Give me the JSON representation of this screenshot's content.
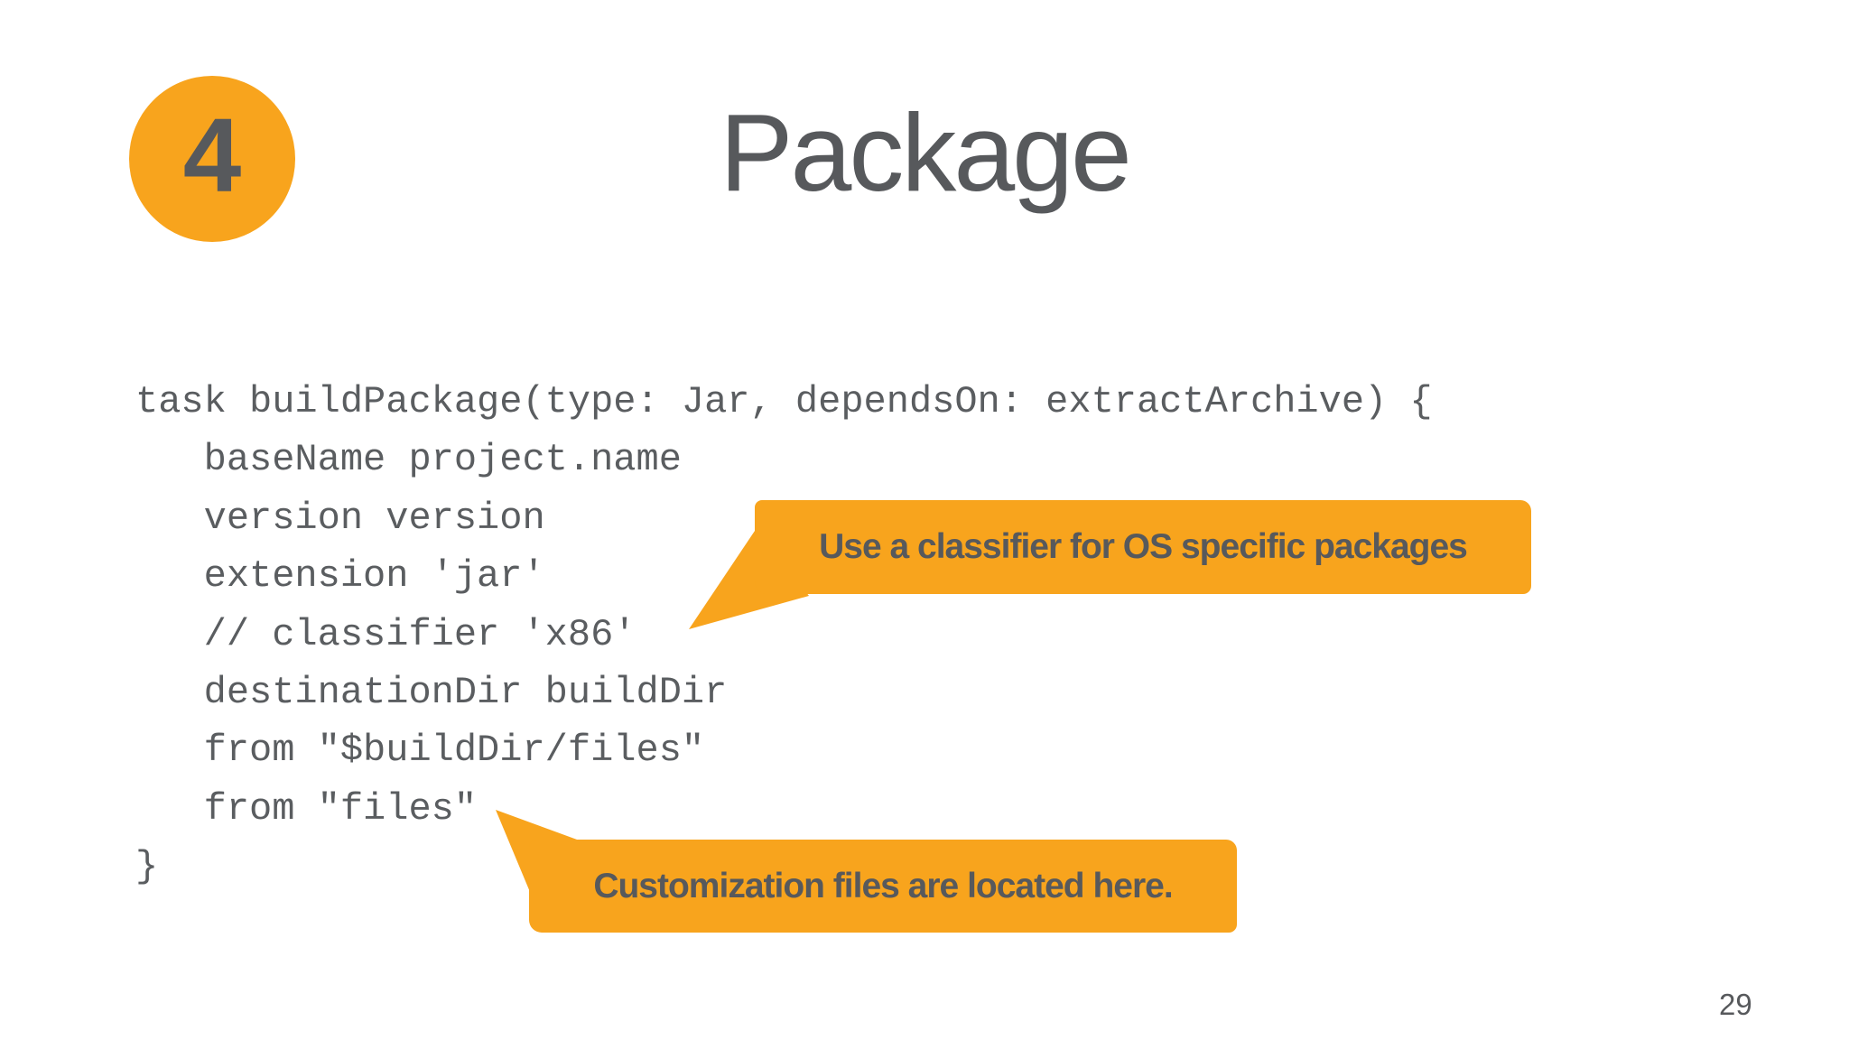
{
  "slide": {
    "step_number": "4",
    "title": "Package",
    "page_number": "29",
    "code_lines": [
      "task buildPackage(type: Jar, dependsOn: extractArchive) {",
      "   baseName project.name",
      "   version version",
      "   extension 'jar'",
      "   // classifier 'x86'",
      "   destinationDir buildDir",
      "   from \"$buildDir/files\"",
      "   from \"files\"",
      "}"
    ],
    "callouts": [
      {
        "text": "Use a classifier for OS specific packages"
      },
      {
        "text": "Customization files are located here."
      }
    ],
    "colors": {
      "accent_orange": "#F8A41D",
      "text_gray": "#57595C",
      "code_gray": "#5A5D60",
      "background": "#FFFFFF"
    }
  }
}
